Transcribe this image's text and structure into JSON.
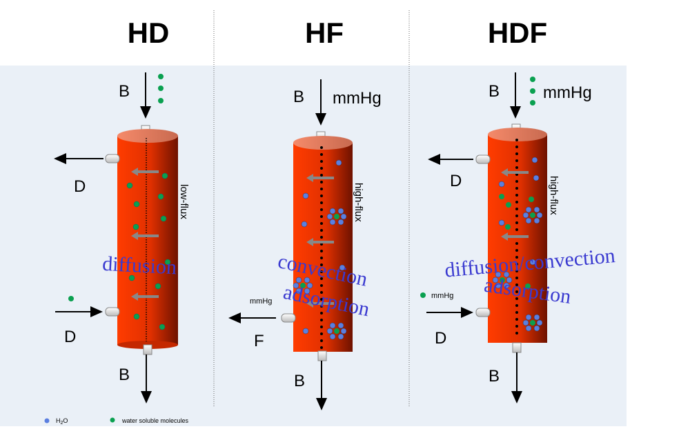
{
  "panels": [
    {
      "title": "HD",
      "blood_in": "B",
      "blood_out": "B",
      "dialysate_out": "D",
      "dialysate_in": "D",
      "membrane": "low-flux",
      "process": "diffusion"
    },
    {
      "title": "HF",
      "blood_in": "B",
      "pressure_top": "mmHg",
      "blood_out": "B",
      "filtrate_out": "F",
      "pressure_side": "mmHg",
      "membrane": "high-flux",
      "process_1": "convection",
      "process_2": "adsorption"
    },
    {
      "title": "HDF",
      "blood_in": "B",
      "pressure_top": "mmHg",
      "blood_out": "B",
      "dialysate_out": "D",
      "dialysate_in": "D",
      "pressure_side": "mmHg",
      "membrane": "high-flux",
      "process_1": "diffusion/convection",
      "process_2": "adsorption"
    }
  ],
  "legend": {
    "water": "H2O",
    "water_sub": "2",
    "solutes": "water soluble molecules"
  },
  "colors": {
    "background": "#eaf0f7",
    "cylinder_light": "#ff3c00",
    "cylinder_dark": "#6e1200",
    "water": "#5b7fe0",
    "solute": "#0aa050",
    "process_text": "#3a3ad0"
  }
}
